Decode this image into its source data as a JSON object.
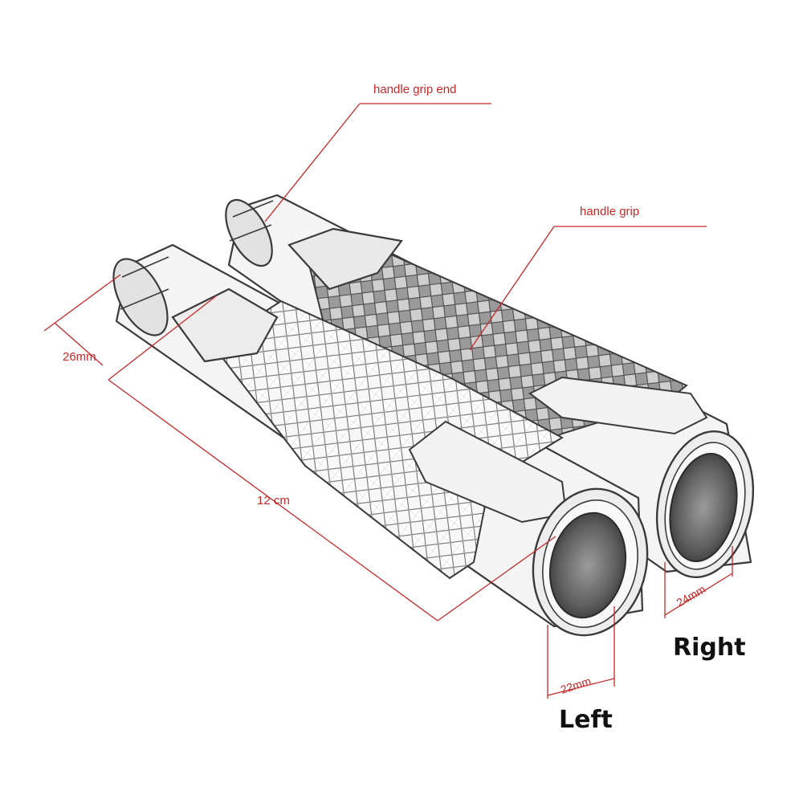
{
  "callouts": {
    "grip_end": "handle grip end",
    "grip": "handle grip"
  },
  "dimensions": {
    "diameter_outer": "26mm",
    "length": "12 cm",
    "inner_left": "22mm",
    "inner_right": "24mm"
  },
  "sides": {
    "left": "Left",
    "right": "Right"
  },
  "colors": {
    "annotation": "#c62828",
    "outline": "#3a3a3a",
    "text_dark": "#111111"
  }
}
